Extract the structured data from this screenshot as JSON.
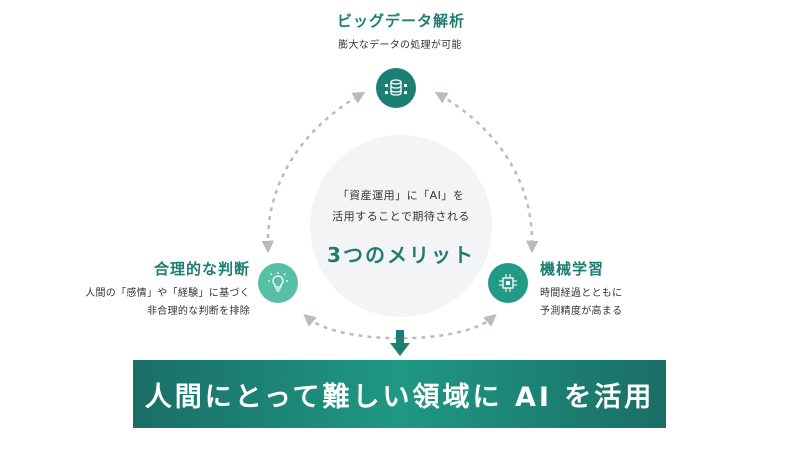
{
  "center": {
    "line1": "「資産運用」に「AI」を",
    "line2": "活用することで期待される",
    "title": "3つのメリット"
  },
  "nodes": {
    "big_data": {
      "title": "ビッグデータ解析",
      "desc": "膨大なデータの処理が可能",
      "icon": "database-icon"
    },
    "rational": {
      "title": "合理的な判断",
      "desc1": "人間の「感情」や「経験」に基づく",
      "desc2": "非合理的な判断を排除",
      "icon": "lightbulb-icon"
    },
    "ml": {
      "title": "機械学習",
      "desc1": "時間経過とともに",
      "desc2": "予測精度が高まる",
      "icon": "chip-icon"
    }
  },
  "banner": {
    "text": "人間にとって難しい領域に AI を活用"
  },
  "colors": {
    "dark_teal": "#1d7f73",
    "light_teal": "#58bfa7",
    "mid_teal": "#239a86",
    "arrow_gray": "#b8bcc0"
  }
}
